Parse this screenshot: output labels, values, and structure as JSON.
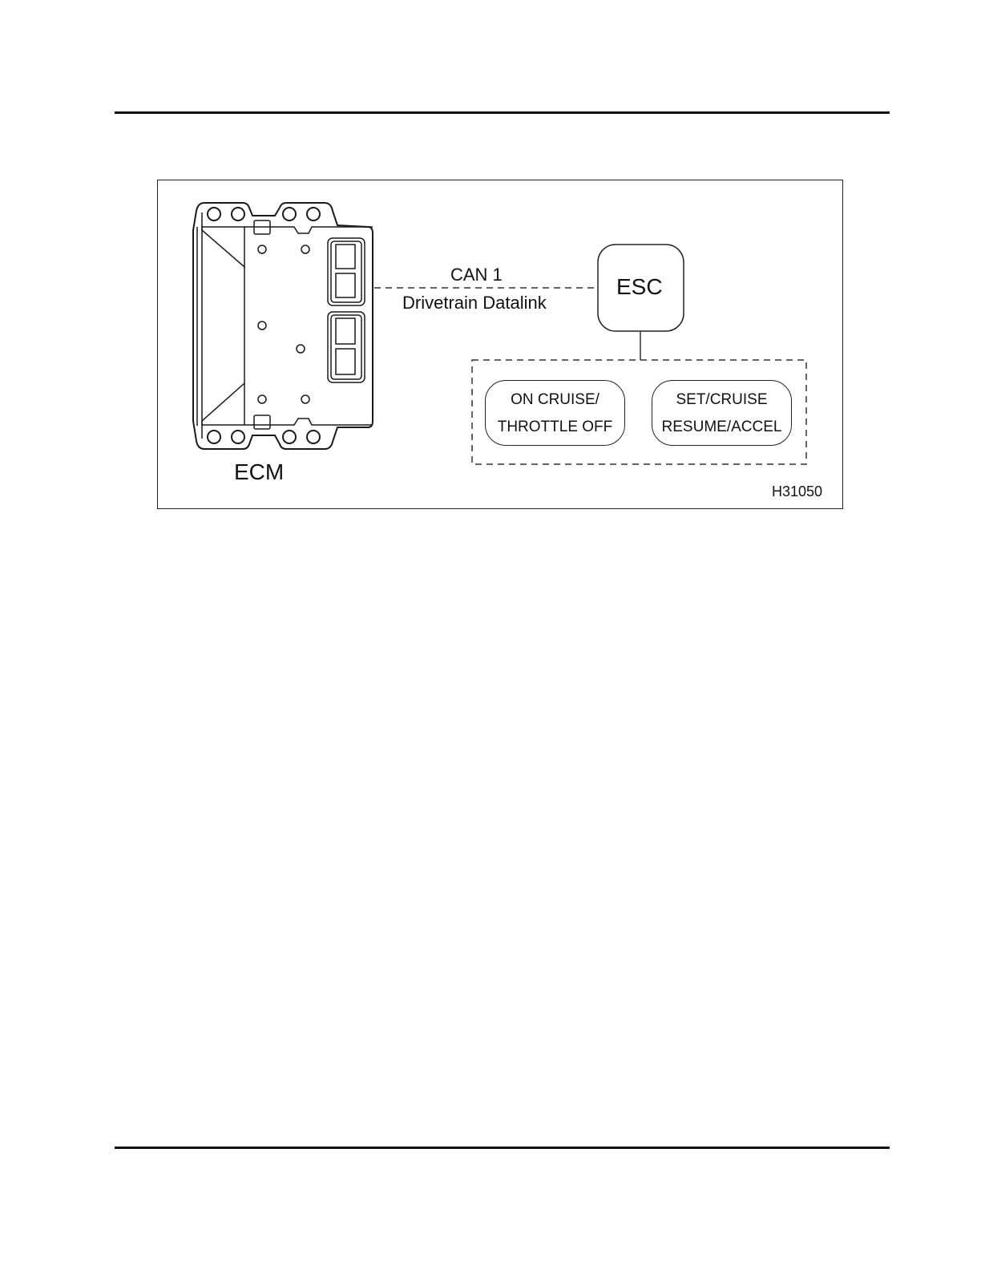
{
  "diagram": {
    "figure_id": "H31050",
    "ecm": {
      "label": "ECM"
    },
    "esc": {
      "label": "ESC"
    },
    "link": {
      "line1": "CAN 1",
      "line2": "Drivetrain Datalink"
    },
    "switches": [
      {
        "line1": "ON CRUISE/",
        "line2": "THROTTLE OFF"
      },
      {
        "line1": "SET/CRUISE",
        "line2": "RESUME/ACCEL"
      }
    ]
  }
}
